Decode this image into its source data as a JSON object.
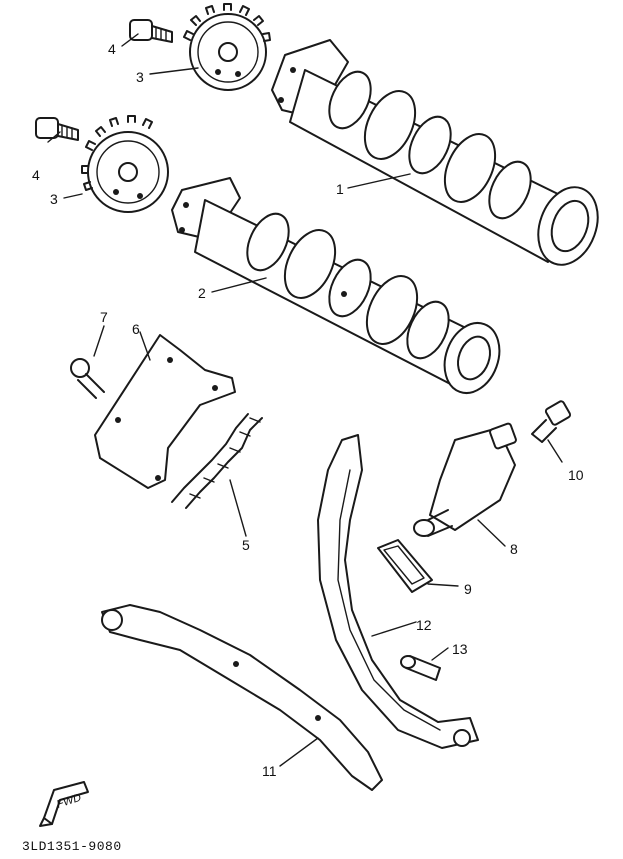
{
  "diagram": {
    "part_labels": {
      "p1": "1",
      "p2": "2",
      "p3a": "3",
      "p3b": "3",
      "p4a": "4",
      "p4b": "4",
      "p5": "5",
      "p6": "6",
      "p7": "7",
      "p8": "8",
      "p9": "9",
      "p10": "10",
      "p11": "11",
      "p12": "12",
      "p13": "13"
    },
    "fwd_label": "FWD",
    "drawing_code": "3LD1351-9080"
  }
}
